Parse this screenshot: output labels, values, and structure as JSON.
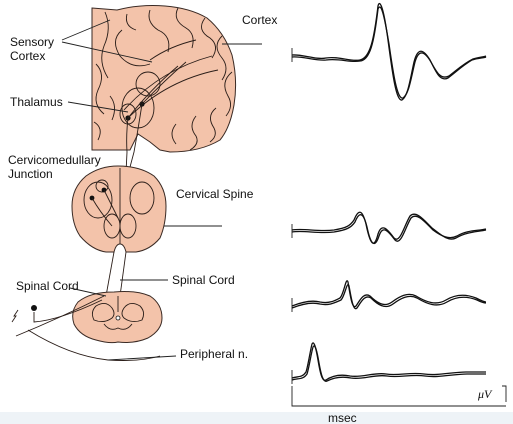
{
  "colors": {
    "tissue": "#f3c3aa",
    "background": "#ffffff",
    "strip": "#eef3f7"
  },
  "labels": {
    "sensory_cortex": [
      "Sensory",
      "Cortex"
    ],
    "thalamus": "Thalamus",
    "cervicomedullary_junction": [
      "Cervicomedullary",
      "Junction"
    ],
    "cortex": "Cortex",
    "cervical_spine": "Cervical Spine",
    "spinal_cord_right": "Spinal Cord",
    "spinal_cord_left": "Spinal Cord",
    "peripheral_nerve": "Peripheral n."
  },
  "scale_bar": {
    "amplitude_unit": "μV",
    "time_unit": "msec"
  },
  "traces": [
    {
      "name": "cortex-trace"
    },
    {
      "name": "cervical-spine-trace"
    },
    {
      "name": "spinal-cord-trace"
    },
    {
      "name": "peripheral-nerve-trace"
    }
  ]
}
